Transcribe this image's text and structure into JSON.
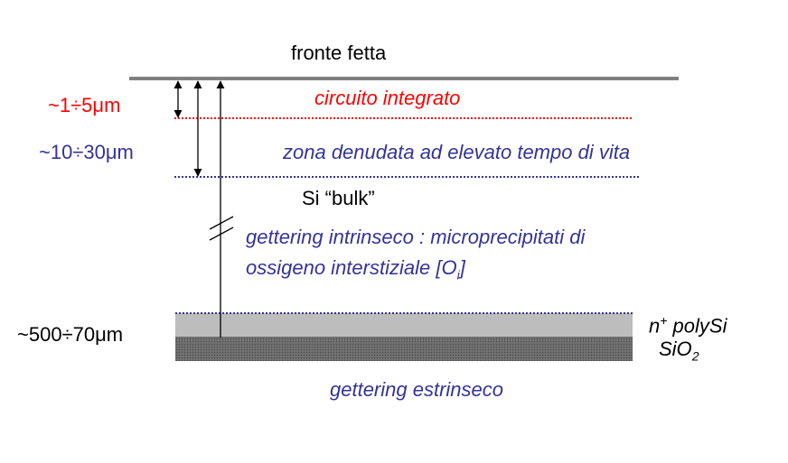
{
  "labels": {
    "front": "fronte fetta",
    "depth_small": "~1÷5μm",
    "circuit": "circuito integrato",
    "depth_mid": "~10÷30μm",
    "denuded": "zona denudata ad elevato tempo di vita",
    "bulk": "Si “bulk”",
    "intrinsic_line1": "gettering intrinseco : microprecipitati di",
    "intrinsic_line2_pre": "ossigeno interstiziale [O",
    "intrinsic_line2_sub": "i",
    "intrinsic_line2_post": "]",
    "depth_large": "~500÷70μm",
    "poly_pre": "n",
    "poly_sup": "+",
    "poly_post": " polySi",
    "oxide_pre": "SiO",
    "oxide_sub": "2",
    "extrinsic": "gettering estrinseco"
  },
  "colors": {
    "red": "#ff0000",
    "blue": "#33339a",
    "black": "#000000",
    "surface": "#808080",
    "poly": "#bdbdbd",
    "oxide": "#6a6a6a"
  }
}
